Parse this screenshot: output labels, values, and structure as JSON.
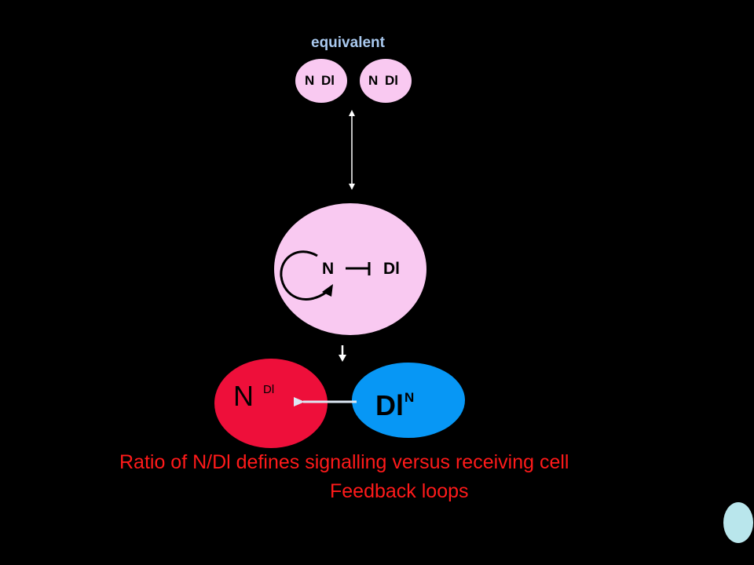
{
  "header": {
    "equivalent_label": "equivalent"
  },
  "top_cells": [
    {
      "n_label": "N",
      "dl_label": "Dl"
    },
    {
      "n_label": "N",
      "dl_label": "Dl"
    }
  ],
  "middle_cell": {
    "n_label": "N",
    "dl_label": "Dl"
  },
  "bottom_cells": {
    "receiving": {
      "main_label": "N",
      "super_label": "Dl"
    },
    "signalling": {
      "main_label": "Dl",
      "super_label": "N"
    }
  },
  "caption": {
    "line1": "Ratio of N/Dl defines signalling versus receiving cell",
    "line2": "Feedback loops"
  },
  "colors": {
    "background": "#000000",
    "light_pink_cell": "#f9c9f1",
    "red_cell": "#ee0f3a",
    "blue_cell": "#0797f5",
    "caption_red": "#ff1a1a",
    "equivalent_blue": "#a9c9ef",
    "corner_dot": "#b9e6ec"
  }
}
